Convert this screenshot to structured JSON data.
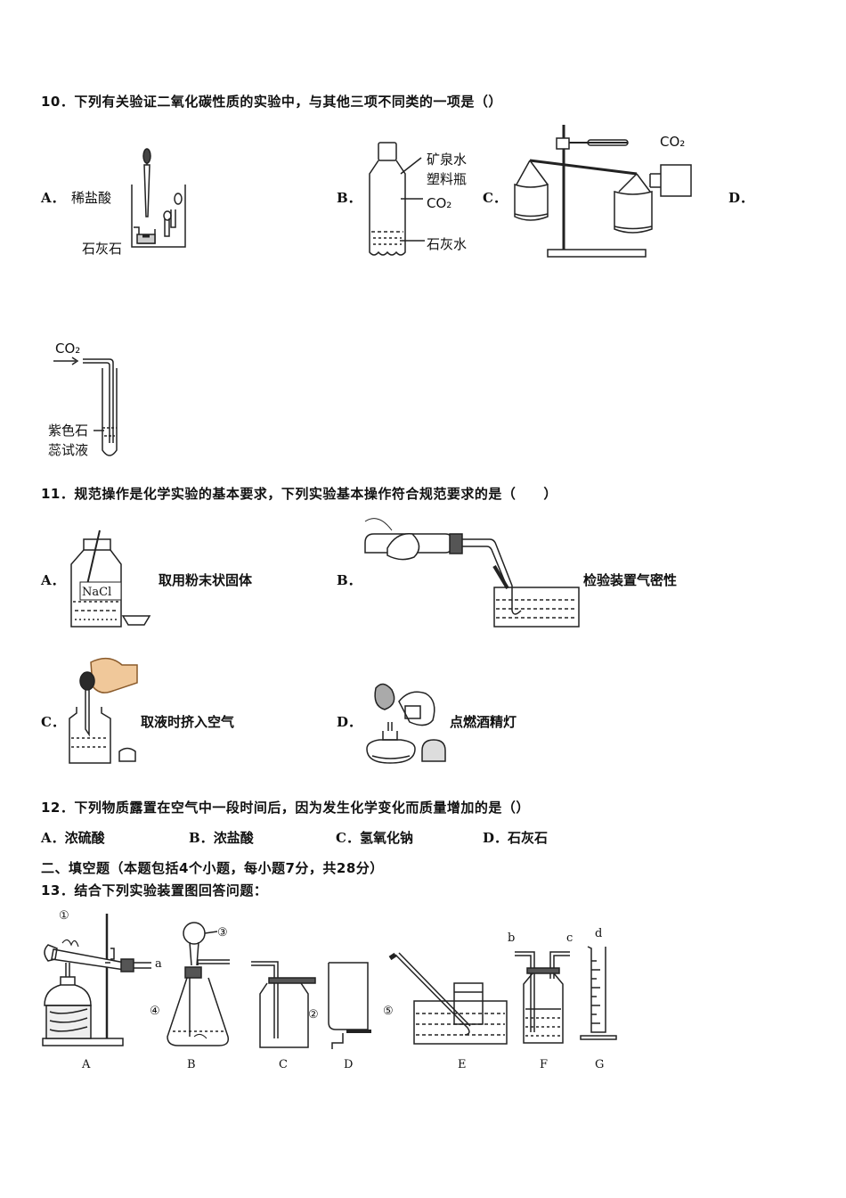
{
  "q10": {
    "stem": "10．下列有关验证二氧化碳性质的实验中，与其他三项不同类的一项是（）",
    "options": {
      "A": {
        "letter": "A．",
        "label_acid": "稀盐酸",
        "label_stone": "石灰石"
      },
      "B": {
        "letter": "B．",
        "label_bottle_1": "矿泉水",
        "label_bottle_2": "塑料瓶",
        "label_gas": "CO₂",
        "label_water": "石灰水"
      },
      "C": {
        "letter": "C．",
        "label_gas": "CO₂"
      },
      "D": {
        "letter": "D．",
        "label_gas": "CO₂",
        "label_litmus_1": "紫色石",
        "label_litmus_2": "蕊试液"
      }
    }
  },
  "q11": {
    "stem": "11．规范操作是化学实验的基本要求，下列实验基本操作符合规范要求的是（　　）",
    "options": {
      "A": {
        "letter": "A．",
        "caption": "取用粉末状固体",
        "bottle_label": "NaCl"
      },
      "B": {
        "letter": "B．",
        "caption": "检验装置气密性"
      },
      "C": {
        "letter": "C．",
        "caption": "取液时挤入空气"
      },
      "D": {
        "letter": "D．",
        "caption": "点燃酒精灯"
      }
    }
  },
  "q12": {
    "stem": "12．下列物质露置在空气中一段时间后，因为发生化学变化而质量增加的是（）",
    "options": [
      {
        "letter": "A．",
        "text": "浓硫酸"
      },
      {
        "letter": "B．",
        "text": "浓盐酸"
      },
      {
        "letter": "C．",
        "text": "氢氧化钠"
      },
      {
        "letter": "D．",
        "text": "石灰石"
      }
    ]
  },
  "section2": "二、填空题（本题包括4个小题，每小题7分，共28分）",
  "q13": {
    "stem": "13．结合下列实验装置图回答问题：",
    "markers": {
      "m1": "①",
      "m2": "②",
      "m3": "③",
      "m4": "④",
      "m5": "⑤"
    },
    "ports": {
      "a": "a",
      "b": "b",
      "c": "c",
      "d": "d"
    },
    "apparatus": [
      "A",
      "B",
      "C",
      "D",
      "E",
      "F",
      "G"
    ]
  }
}
